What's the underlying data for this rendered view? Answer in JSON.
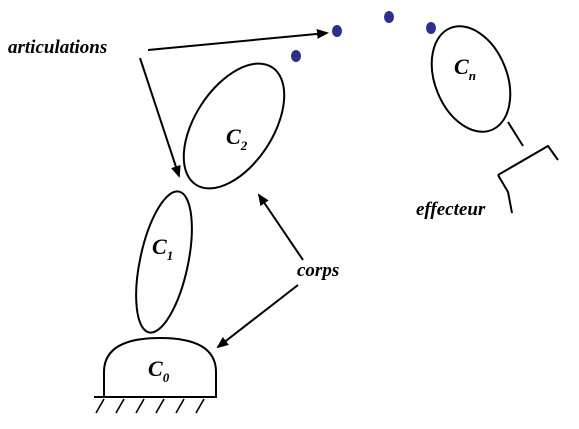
{
  "labels": {
    "articulations": "articulations",
    "corps": "corps",
    "effecteur": "effecteur",
    "c0": "C",
    "c0_sub": "0",
    "c1": "C",
    "c1_sub": "1",
    "c2": "C",
    "c2_sub": "2",
    "cn": "C",
    "cn_sub": "n"
  },
  "colors": {
    "joint_dot": "#2b2f8f",
    "line": "#000000"
  }
}
